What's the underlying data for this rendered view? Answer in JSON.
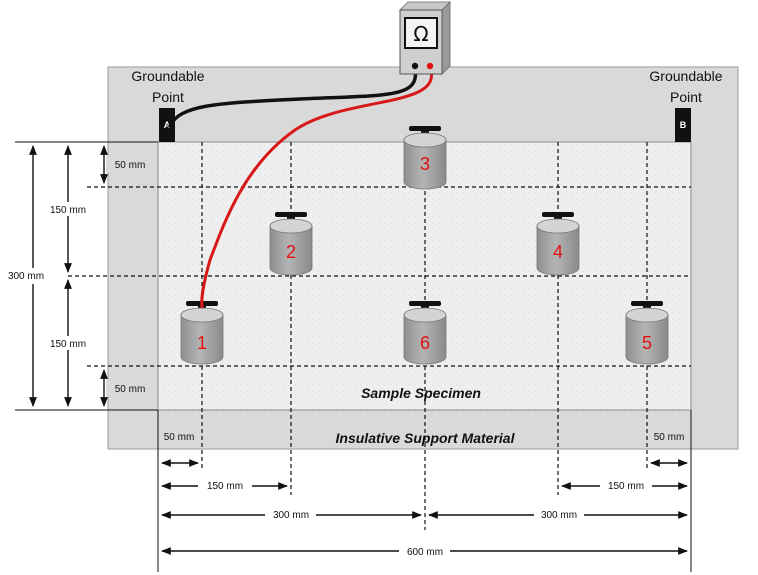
{
  "meter": {
    "symbol": "Ω"
  },
  "support": {
    "label": "Insulative Support Material"
  },
  "specimen": {
    "label": "Sample Specimen"
  },
  "points": {
    "left": {
      "line1": "Groundable",
      "line2": "Point",
      "terminal": "A"
    },
    "right": {
      "line1": "Groundable",
      "line2": "Point",
      "terminal": "B"
    }
  },
  "weights": [
    {
      "number": "1"
    },
    {
      "number": "2"
    },
    {
      "number": "3"
    },
    {
      "number": "4"
    },
    {
      "number": "5"
    },
    {
      "number": "6"
    }
  ],
  "dimensions": {
    "vertical_top_50": "50 mm",
    "vertical_150_upper": "150 mm",
    "vertical_300": "300 mm",
    "vertical_150_lower": "150 mm",
    "vertical_bottom_50": "50 mm",
    "horizontal_left_50": "50 mm",
    "horizontal_right_50": "50 mm",
    "horizontal_left_150": "150 mm",
    "horizontal_right_150": "150 mm",
    "horizontal_left_300": "300 mm",
    "horizontal_right_300": "300 mm",
    "horizontal_600": "600 mm"
  },
  "colors": {
    "lead_red": "#d81818",
    "lead_black": "#111111",
    "support_gray": "#d9d9d9",
    "weight_gray": "#a6a6a6",
    "number_red": "#e01010"
  }
}
